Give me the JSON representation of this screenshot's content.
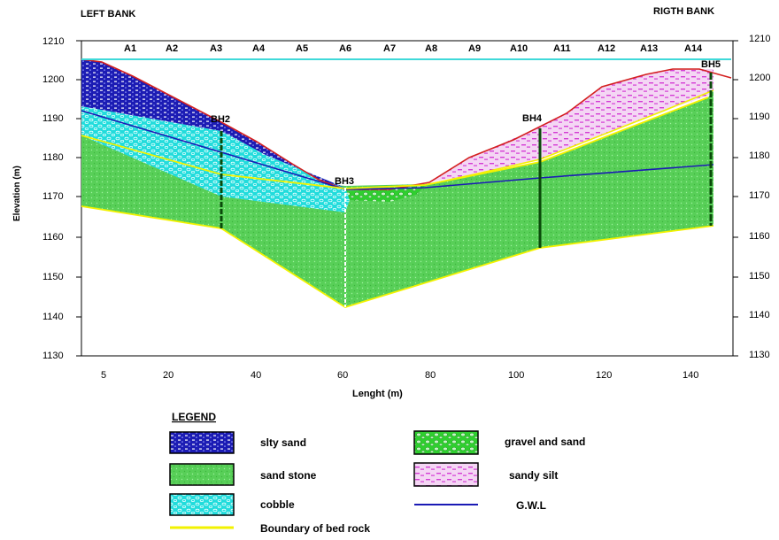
{
  "header": {
    "left_bank": "LEFT BANK",
    "right_bank": "RIGTH BANK"
  },
  "axes": {
    "y_label": "Elevation (m)",
    "x_label": "Lenght (m)",
    "y_ticks": [
      "1210",
      "1200",
      "1190",
      "1180",
      "1170",
      "1160",
      "1150",
      "1140",
      "1130"
    ],
    "x_ticks": [
      "5",
      "20",
      "40",
      "60",
      "80",
      "100",
      "120",
      "140"
    ]
  },
  "sections": [
    "A1",
    "A2",
    "A3",
    "A4",
    "A5",
    "A6",
    "A7",
    "A8",
    "A9",
    "A10",
    "A11",
    "A12",
    "A13",
    "A14"
  ],
  "boreholes": [
    "BH2",
    "BH3",
    "BH4",
    "BH5"
  ],
  "legend": {
    "title": "LEGEND",
    "silty_sand": "slty sand",
    "sand_stone": "sand stone",
    "cobble": "cobble",
    "gravel_sand": "gravel and sand",
    "sandy_silt": "sandy silt",
    "gwl": "G.W.L",
    "bedrock": "Boundary  of bed rock"
  },
  "colors": {
    "silty_sand": "#1f1fb8",
    "sand_stone": "#5fd35f",
    "cobble": "#22e0e0",
    "gravel": "#3fd23f",
    "sandy_silt": "#e24fe2",
    "gwl": "#1a1ab5",
    "bedrock": "#f2f200",
    "ground": "#d42020",
    "water": "#3fd9d9"
  }
}
